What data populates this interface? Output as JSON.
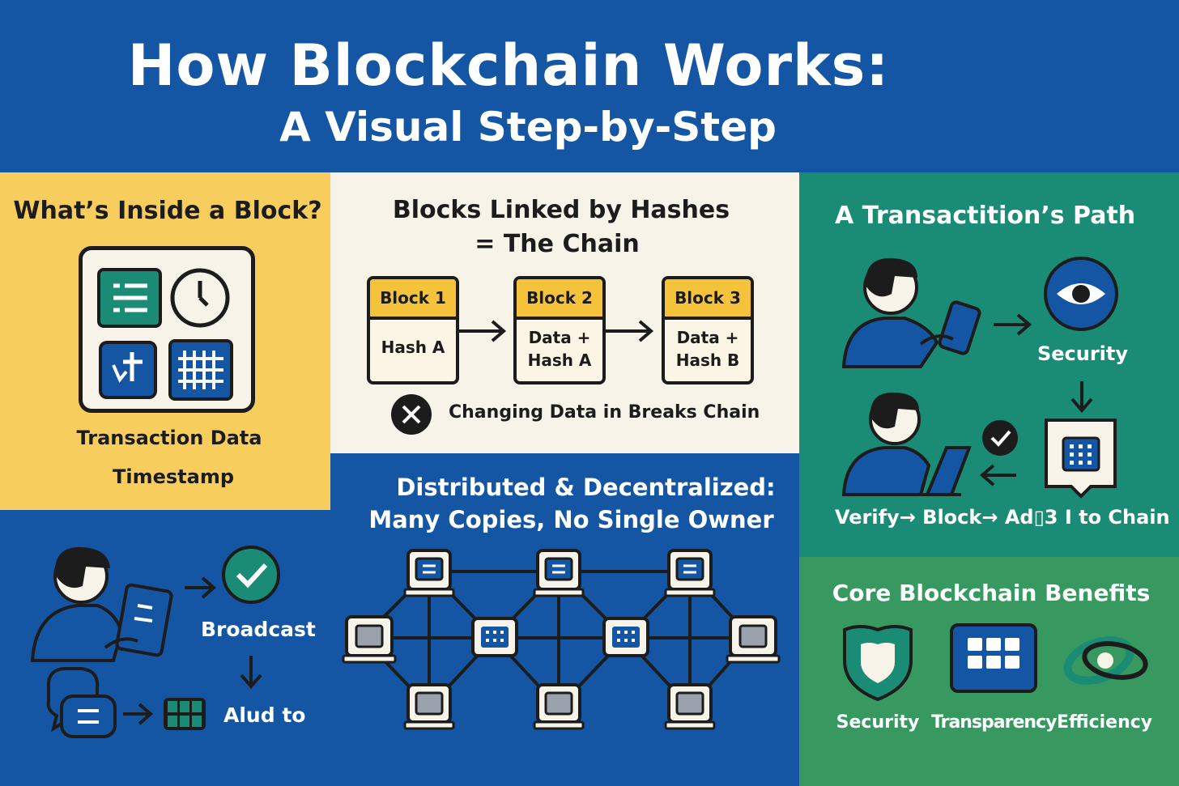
{
  "title": {
    "main": "How Blockchain Works:",
    "sub": "A Visual Step-by-Step"
  },
  "colors": {
    "navy": "#1456a4",
    "yellow": "#f7cd5d",
    "cream": "#f7f3e8",
    "teal": "#1a8b74",
    "green": "#37995f",
    "dark": "#1c1c1c"
  },
  "inside_block": {
    "heading": "What’s Inside a Block?",
    "labels": [
      "Transaction Data",
      "Timestamp"
    ],
    "icons": [
      "list-icon",
      "clock-icon",
      "download-icon",
      "grid-icon"
    ]
  },
  "chain": {
    "heading_line1": "Blocks Linked by Hashes",
    "heading_line2": "= The Chain",
    "blocks": [
      {
        "title": "Block 1",
        "body": [
          "Hash A"
        ]
      },
      {
        "title": "Block 2",
        "body": [
          "Data +",
          "Hash A"
        ]
      },
      {
        "title": "Block 3",
        "body": [
          "Data +",
          "Hash B"
        ]
      }
    ],
    "warning": "Changing Data in Breaks Chain"
  },
  "tx_path": {
    "heading": "A Transactition’s Path",
    "security_label": "Security",
    "flow_label": "Verify→ Block→ Ad▯3 I to Chain"
  },
  "broadcast": {
    "broadcast_label": "Broadcast",
    "add_label": "Alud to"
  },
  "distributed": {
    "heading_line1": "Distributed & Decentralized:",
    "heading_line2": "Many Copies, No Single Owner"
  },
  "benefits": {
    "heading": "Core Blockchain Benefits",
    "items": [
      "Security",
      "Transparency",
      "Efficiency"
    ]
  }
}
